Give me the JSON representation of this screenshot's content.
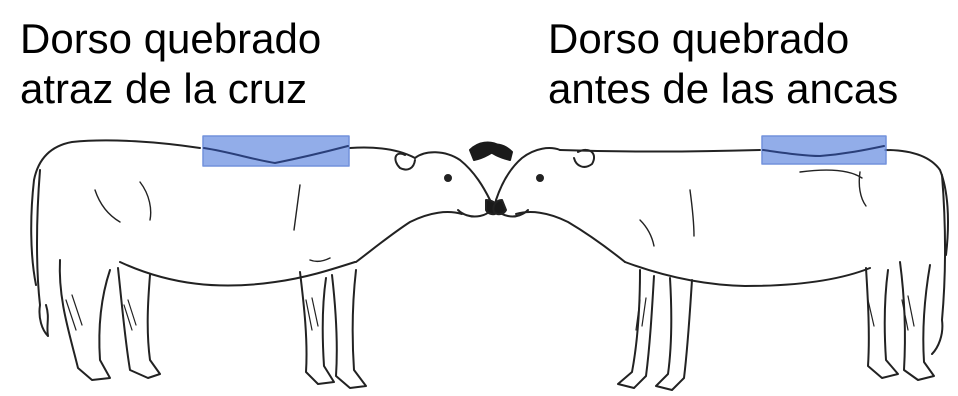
{
  "captions": {
    "left": {
      "line1": "Dorso quebrado",
      "line2": "atraz de la cruz"
    },
    "right": {
      "line1": "Dorso quebrado",
      "line2": "antes de las ancas"
    }
  },
  "colors": {
    "highlight_fill": "#7f9fe6",
    "highlight_stroke": "#5a7fd6",
    "line": "#222222",
    "nose": "#1a1a1a"
  },
  "figure": {
    "left_animal": "cow-facing-right",
    "right_animal": "cow-facing-left",
    "left_defect": "back-dip-behind-withers",
    "right_defect": "back-dip-before-hips"
  }
}
